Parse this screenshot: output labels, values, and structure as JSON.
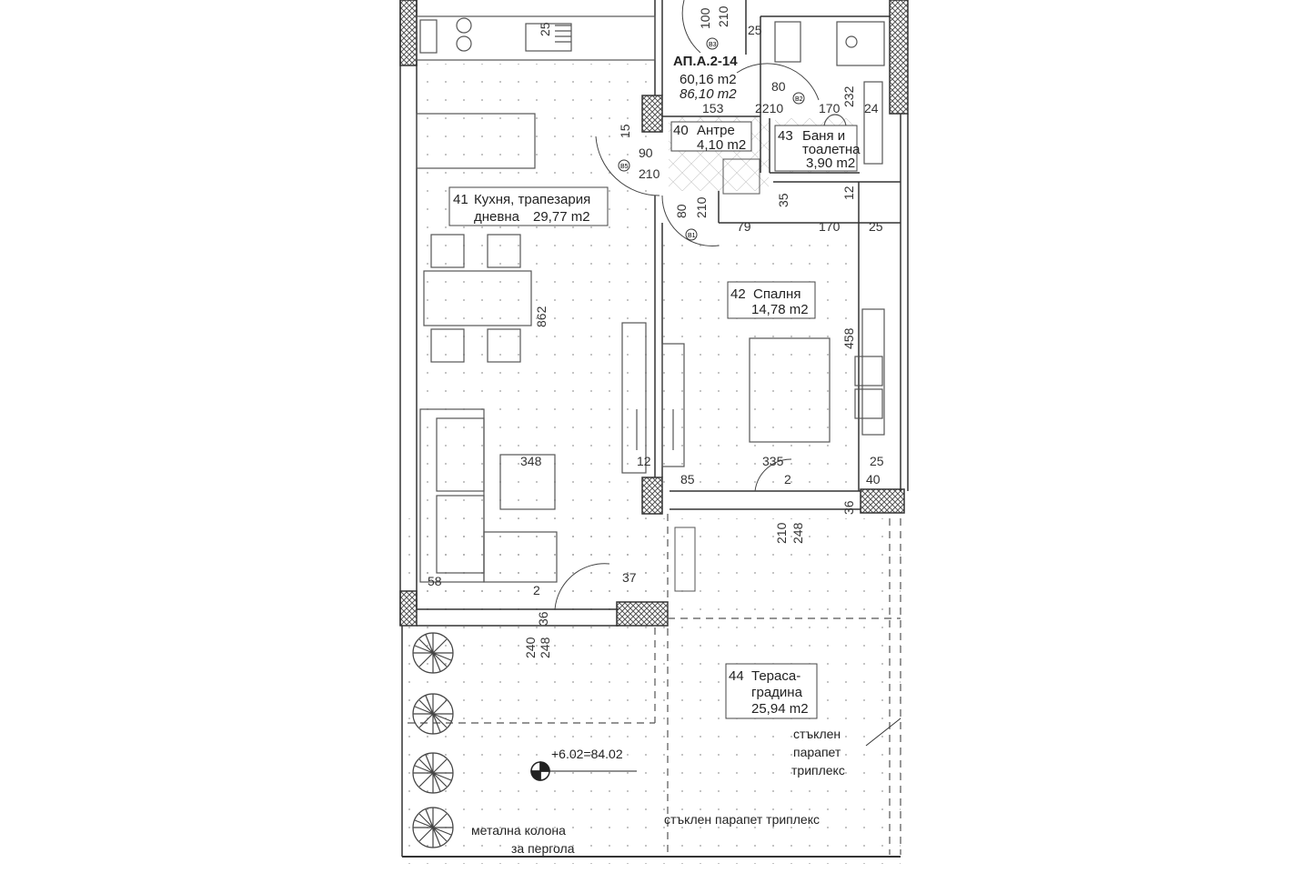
{
  "apartment": {
    "code": "АП.А.2-14",
    "area_net": "60,16 m2",
    "area_gross": "86,10 m2"
  },
  "rooms": [
    {
      "num": "40",
      "name": "Антре",
      "name2": "",
      "area": "4,10 m2"
    },
    {
      "num": "41",
      "name": "Кухня, трапезария",
      "name2": "дневна",
      "area": "29,77 m2"
    },
    {
      "num": "42",
      "name": "Спалня",
      "name2": "",
      "area": "14,78 m2"
    },
    {
      "num": "43",
      "name": "Баня и",
      "name2": "тоалетна",
      "area": "3,90 m2"
    },
    {
      "num": "44",
      "name": "Тераса-",
      "name2": "градина",
      "area": "25,94 m2"
    }
  ],
  "dimensions": {
    "d100": "100",
    "d210_top": "210",
    "d25_top": "25",
    "d80_bath": "80",
    "d232": "232",
    "d153": "153",
    "d2210": "2210",
    "d170_top": "170",
    "d24": "24",
    "d15": "15",
    "d90": "90",
    "d210_b5": "210",
    "d12": "12",
    "d35": "35",
    "d80_v": "80",
    "d210_v": "210",
    "d79": "79",
    "d170_mid": "170",
    "d25_mid": "25",
    "d862": "862",
    "d458": "458",
    "d348": "348",
    "d12b": "12",
    "d335": "335",
    "d25_r": "25",
    "d85": "85",
    "d2": "2",
    "d40": "40",
    "d36_r": "36",
    "d210_t": "210",
    "d248_t": "248",
    "d58": "58",
    "d2_bot": "2",
    "d37": "37",
    "d36_bot": "36",
    "d240": "240",
    "d248_bot": "248",
    "d25_k": "25"
  },
  "doors": [
    "B1",
    "B2",
    "B3",
    "B5"
  ],
  "level": "+6.02=84.02",
  "notes": {
    "glass_parapet_1": "стъклен",
    "glass_parapet_2": "парапет",
    "glass_parapet_3": "триплекс",
    "glass_parapet_line": "стъклен парапет триплекс",
    "column_1": "метална колона",
    "column_2": "за пергола"
  }
}
